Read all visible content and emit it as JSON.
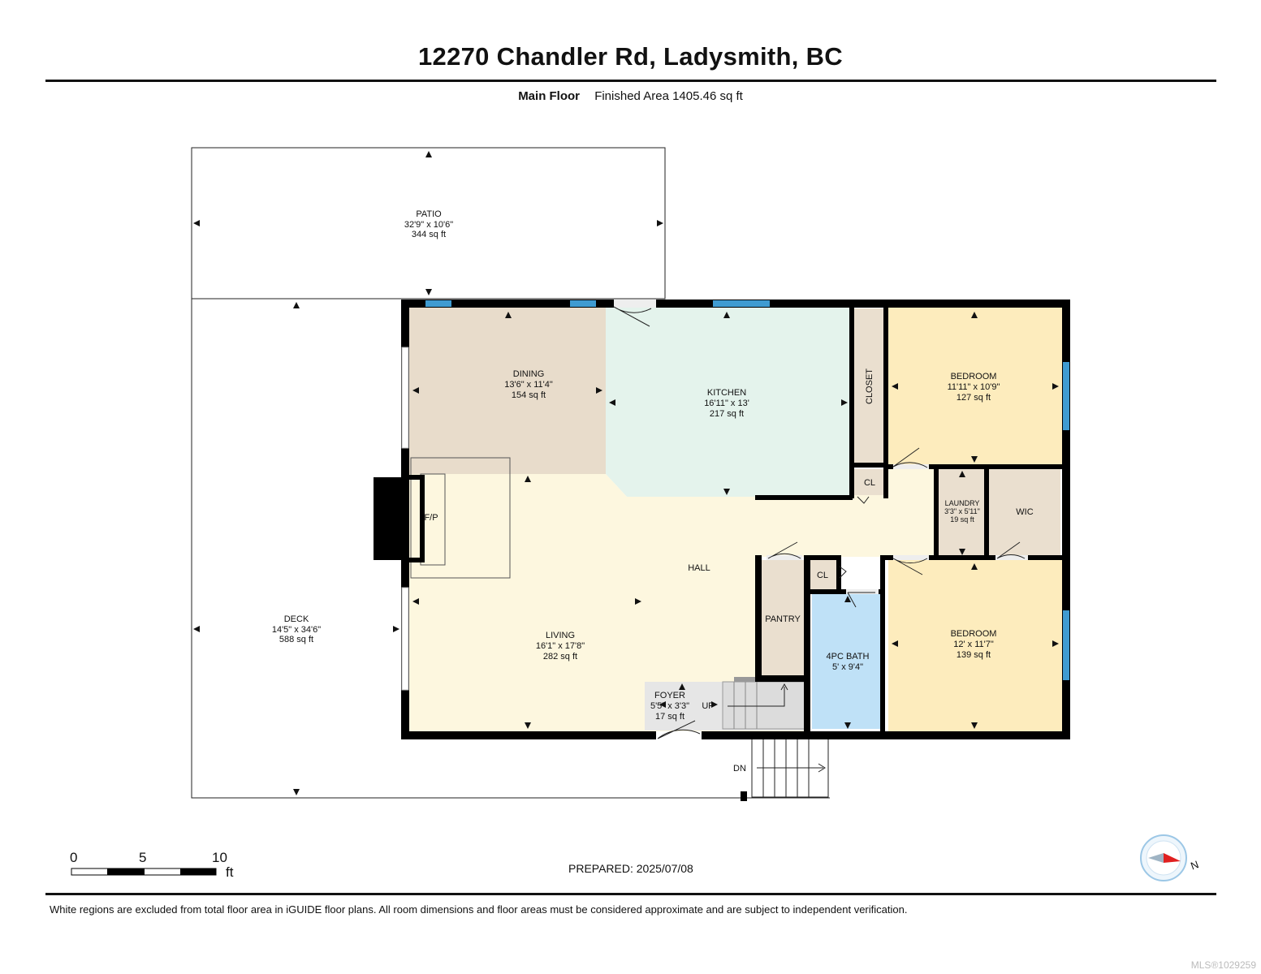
{
  "title": "12270 Chandler Rd, Ladysmith, BC",
  "floor": {
    "name": "Main Floor",
    "area": "Finished Area 1405.46 sq ft"
  },
  "rooms": {
    "patio": {
      "name": "PATIO",
      "dims": "32'9\" x 10'6\"",
      "area": "344 sq ft"
    },
    "deck": {
      "name": "DECK",
      "dims": "14'5\" x 34'6\"",
      "area": "588 sq ft"
    },
    "dining": {
      "name": "DINING",
      "dims": "13'6\" x 11'4\"",
      "area": "154 sq ft"
    },
    "kitchen": {
      "name": "KITCHEN",
      "dims": "16'11\" x 13'",
      "area": "217 sq ft"
    },
    "bedroom1": {
      "name": "BEDROOM",
      "dims": "11'11\" x 10'9\"",
      "area": "127 sq ft"
    },
    "bedroom2": {
      "name": "BEDROOM",
      "dims": "12' x 11'7\"",
      "area": "139 sq ft"
    },
    "laundry": {
      "name": "LAUNDRY",
      "dims": "3'3\" x 5'11\"",
      "area": "19 sq ft"
    },
    "living": {
      "name": "LIVING",
      "dims": "16'1\" x 17'8\"",
      "area": "282 sq ft"
    },
    "bath": {
      "name": "4PC BATH",
      "dims": "5' x 9'4\""
    },
    "foyer": {
      "name": "FOYER",
      "dims": "5'5\" x 3'3\"",
      "area": "17 sq ft"
    },
    "closet": {
      "name": "CLOSET"
    },
    "cl1": {
      "name": "CL"
    },
    "cl2": {
      "name": "CL"
    },
    "wic": {
      "name": "WIC"
    },
    "pantry": {
      "name": "PANTRY"
    },
    "hall": {
      "name": "HALL"
    },
    "fp": {
      "name": "F/P"
    },
    "up": {
      "name": "UP"
    },
    "dn": {
      "name": "DN"
    }
  },
  "scale": {
    "t0": "0",
    "t5": "5",
    "t10": "10",
    "unit": "ft"
  },
  "prepared": "PREPARED: 2025/07/08",
  "disclaimer": "White regions are excluded from total floor area in iGUIDE floor plans. All room dimensions and floor areas must be considered approximate and are subject to independent verification.",
  "mls": "MLS®1029259",
  "compass": {
    "label": "N"
  },
  "colors": {
    "dining": "#e8dccb",
    "kitchen": "#e4f3ec",
    "living": "#fdf7df",
    "bedroom": "#fdecbd",
    "closet": "#eadfcf",
    "bath": "#bfe1f7",
    "foyer": "#e6e6e6",
    "window": "#3f9bd1",
    "wall": "#000000"
  }
}
